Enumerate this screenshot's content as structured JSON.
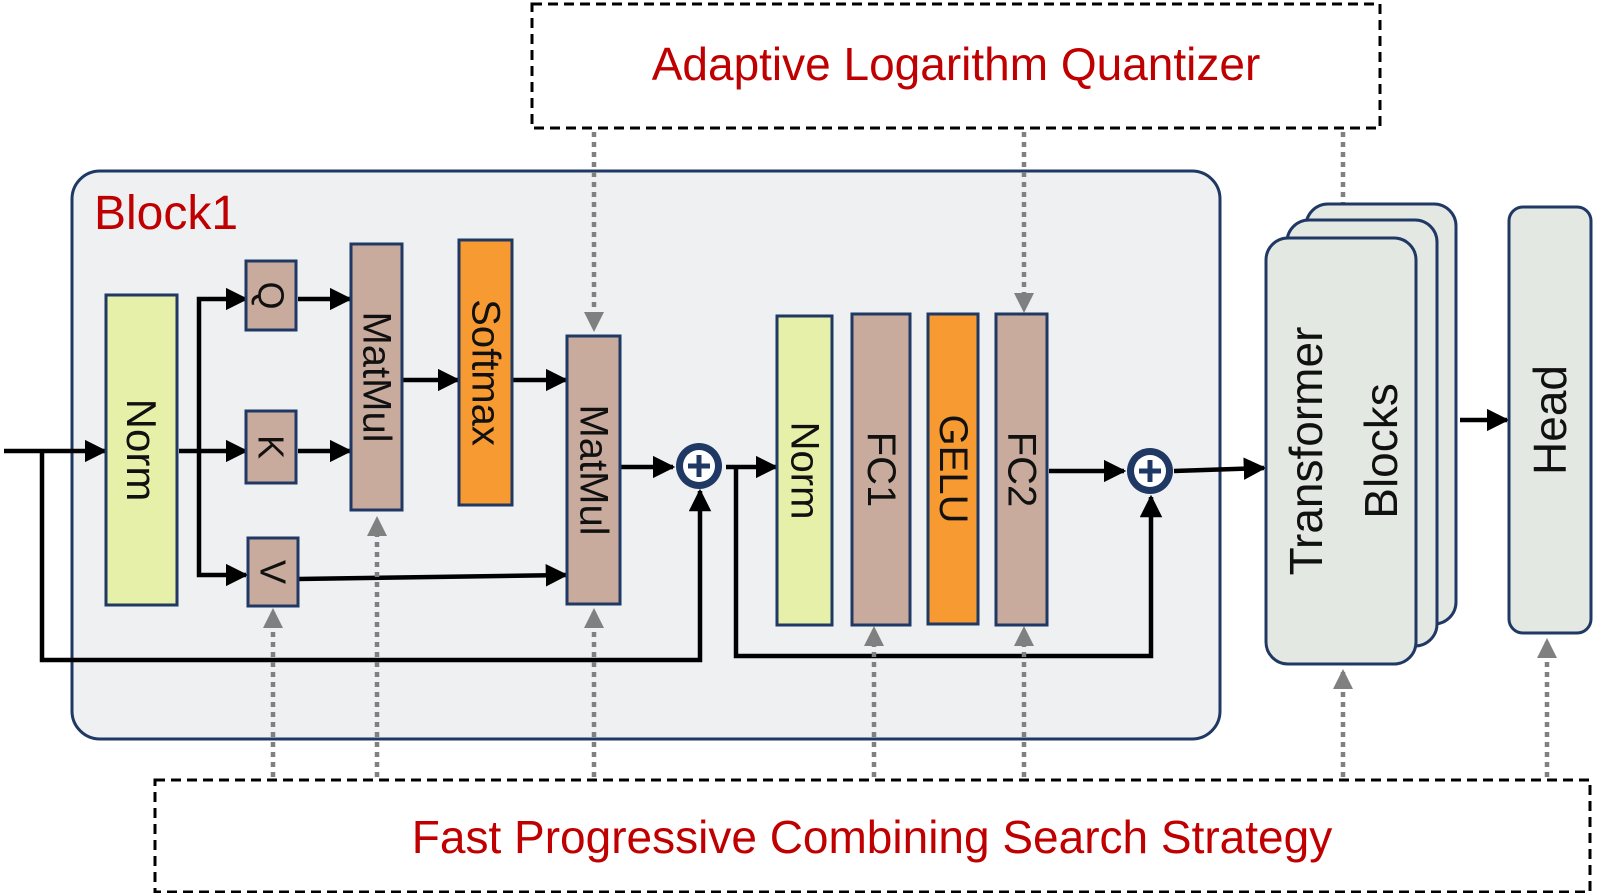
{
  "top_box": {
    "label": "Adaptive Logarithm Quantizer"
  },
  "bottom_box": {
    "label": "Fast Progressive Combining Search Strategy"
  },
  "block": {
    "title": "Block1",
    "norm1": "Norm",
    "q": "Q",
    "k": "K",
    "v": "V",
    "matmul1": "MatMul",
    "softmax": "Softmax",
    "matmul2": "MatMul",
    "norm2": "Norm",
    "fc1": "FC1",
    "gelu": "GELU",
    "fc2": "FC2"
  },
  "transformer": {
    "line1": "Transformer",
    "line2": "Blocks"
  },
  "head": {
    "label": "Head"
  },
  "colors": {
    "block_bg": "#eef0f2",
    "block_border": "#1f3864",
    "norm_fill": "#e6f0a8",
    "linear_fill": "#c9ab9e",
    "activation_fill": "#f79a32",
    "accent_red": "#c00000",
    "dotted_arrow": "#808080",
    "stack_fill": "#e3e8e3"
  }
}
